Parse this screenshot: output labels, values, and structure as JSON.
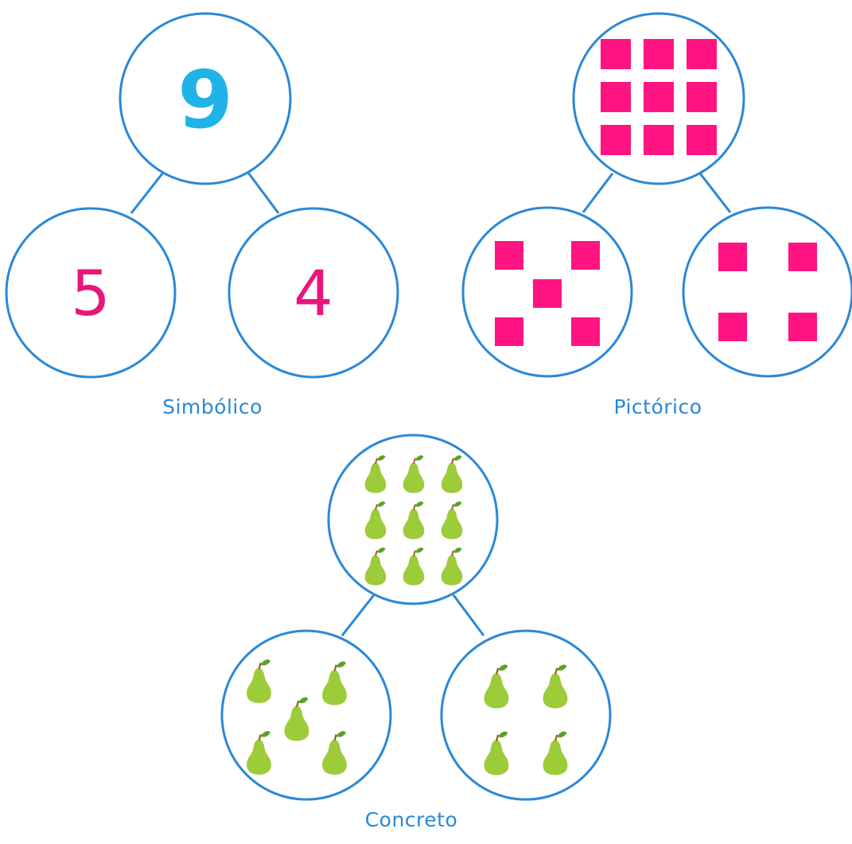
{
  "colors": {
    "circle_stroke": "#2a88d8",
    "total_digit": "#1fb3e8",
    "part_digit": "#e8167a",
    "square": "#ff1482",
    "pear_body": "#9ccc3a",
    "pear_leaf": "#5aa322",
    "pear_stem": "#a0522d"
  },
  "symbolic": {
    "caption": "Simbólico",
    "total": "9",
    "part_a": "5",
    "part_b": "4"
  },
  "pictorial": {
    "caption": "Pictórico",
    "total_count": 9,
    "part_a_count": 5,
    "part_b_count": 4,
    "item_icon": "square-icon"
  },
  "concrete": {
    "caption": "Concreto",
    "total_count": 9,
    "part_a_count": 5,
    "part_b_count": 4,
    "item_icon": "pear-icon"
  }
}
